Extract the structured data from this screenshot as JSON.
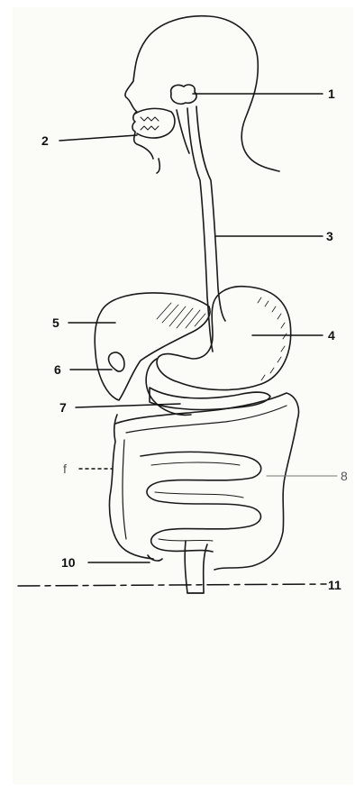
{
  "labels": {
    "l1": "1",
    "l2": "2",
    "l3": "3",
    "l4": "4",
    "l5": "5",
    "l6": "6",
    "l7": "7",
    "l8": "8",
    "l9": "f",
    "l10": "10",
    "l11": "11"
  },
  "colors": {
    "ink": "#1a1a1a",
    "paper": "#fbfbf8",
    "margin": "#ffffff"
  }
}
